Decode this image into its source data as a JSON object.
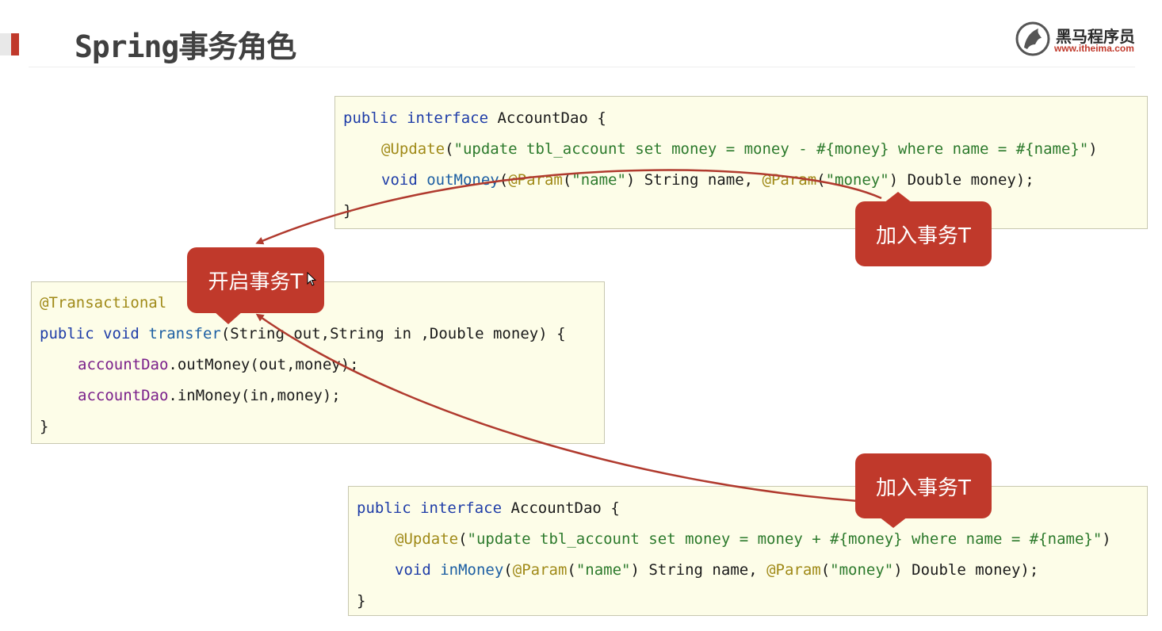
{
  "header": {
    "title_latin": "Spring",
    "title_cjk": "事务角色"
  },
  "logo": {
    "name": "黑马程序员",
    "url": "www.itheima.com"
  },
  "code_top": {
    "line1": {
      "kw1": "public",
      "kw2": "interface",
      "rest": " AccountDao {"
    },
    "line2": {
      "ann": "@Update",
      "p1": "(",
      "str": "\"update tbl_account set money = money - #{money} where name = #{name}\"",
      "p2": ")"
    },
    "line3": {
      "kw": "void",
      "mth": "outMoney",
      "p1": "(",
      "ann1": "@Param",
      "p2": "(",
      "str1": "\"name\"",
      "p3": ") String name, ",
      "ann2": "@Param",
      "p4": "(",
      "str2": "\"money\"",
      "p5": ") Double money);"
    },
    "line4": "}"
  },
  "code_mid": {
    "line1": "@Transactional",
    "line2": {
      "kw1": "public",
      "kw2": "void",
      "mth": "transfer",
      "rest": "(String out,String in ,Double money) {"
    },
    "line3": {
      "fld": "accountDao",
      "rest": ".outMoney(out,money);"
    },
    "line4": {
      "fld": "accountDao",
      "rest": ".inMoney(in,money);"
    },
    "line5": "}"
  },
  "code_bot": {
    "line1": {
      "kw1": "public",
      "kw2": "interface",
      "rest": " AccountDao {"
    },
    "line2": {
      "ann": "@Update",
      "p1": "(",
      "str": "\"update tbl_account set money = money + #{money} where name = #{name}\"",
      "p2": ")"
    },
    "line3": {
      "kw": "void",
      "mth": "inMoney",
      "p1": "(",
      "ann1": "@Param",
      "p2": "(",
      "str1": "\"name\"",
      "p3": ") String name, ",
      "ann2": "@Param",
      "p4": "(",
      "str2": "\"money\"",
      "p5": ") Double money);"
    },
    "line4": "}"
  },
  "callouts": {
    "start": "开启事务T",
    "join_top": "加入事务T",
    "join_bottom": "加入事务T"
  },
  "colors": {
    "accent": "#c0392b",
    "code_background": "#fdfde8"
  }
}
